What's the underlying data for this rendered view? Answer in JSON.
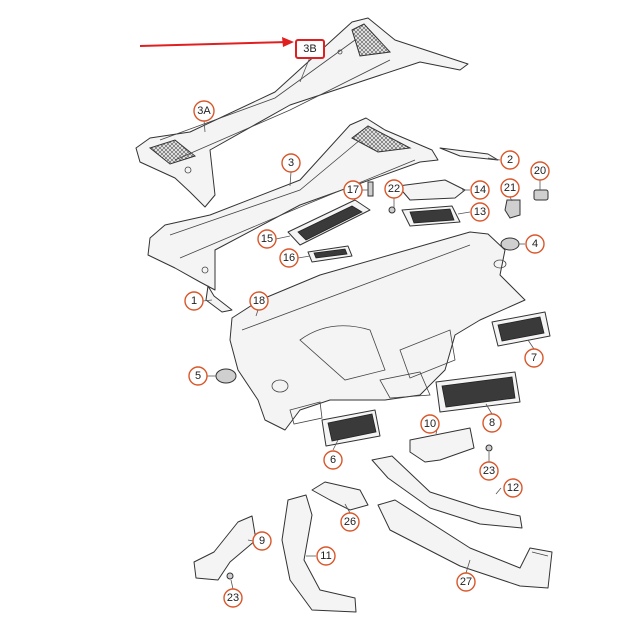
{
  "callouts": [
    {
      "id": "c3B",
      "label": "3B",
      "highlight": true
    },
    {
      "id": "c3A",
      "label": "3A"
    },
    {
      "id": "c2",
      "label": "2"
    },
    {
      "id": "c3",
      "label": "3"
    },
    {
      "id": "c20",
      "label": "20"
    },
    {
      "id": "c17",
      "label": "17"
    },
    {
      "id": "c22",
      "label": "22"
    },
    {
      "id": "c14",
      "label": "14"
    },
    {
      "id": "c21",
      "label": "21"
    },
    {
      "id": "c13",
      "label": "13"
    },
    {
      "id": "c15",
      "label": "15"
    },
    {
      "id": "c4",
      "label": "4"
    },
    {
      "id": "c16",
      "label": "16"
    },
    {
      "id": "c1",
      "label": "1"
    },
    {
      "id": "c18",
      "label": "18"
    },
    {
      "id": "c7",
      "label": "7"
    },
    {
      "id": "c5",
      "label": "5"
    },
    {
      "id": "c8",
      "label": "8"
    },
    {
      "id": "c10",
      "label": "10"
    },
    {
      "id": "c6",
      "label": "6"
    },
    {
      "id": "c23a",
      "label": "23"
    },
    {
      "id": "c12",
      "label": "12"
    },
    {
      "id": "c26",
      "label": "26"
    },
    {
      "id": "c9",
      "label": "9"
    },
    {
      "id": "c11",
      "label": "11"
    },
    {
      "id": "c27",
      "label": "27"
    },
    {
      "id": "c23b",
      "label": "23"
    }
  ],
  "colors": {
    "callout": "#d9572b",
    "arrow": "#e02020",
    "line": "#333333"
  }
}
